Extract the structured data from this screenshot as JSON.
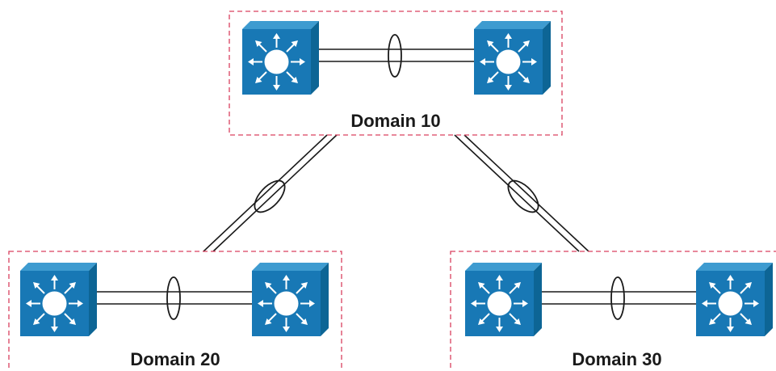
{
  "domains": [
    {
      "id": "domain-10",
      "label": "Domain 10"
    },
    {
      "id": "domain-20",
      "label": "Domain 20"
    },
    {
      "id": "domain-30",
      "label": "Domain 30"
    }
  ],
  "colors": {
    "switch_front": "#1878b5",
    "switch_top": "#3e9bd0",
    "switch_side": "#0d6595",
    "domain_border": "#d9405f",
    "link": "#1a1a1a"
  },
  "icons": {
    "switch": "layer3-switch-icon",
    "bundle": "port-channel-ellipse"
  }
}
